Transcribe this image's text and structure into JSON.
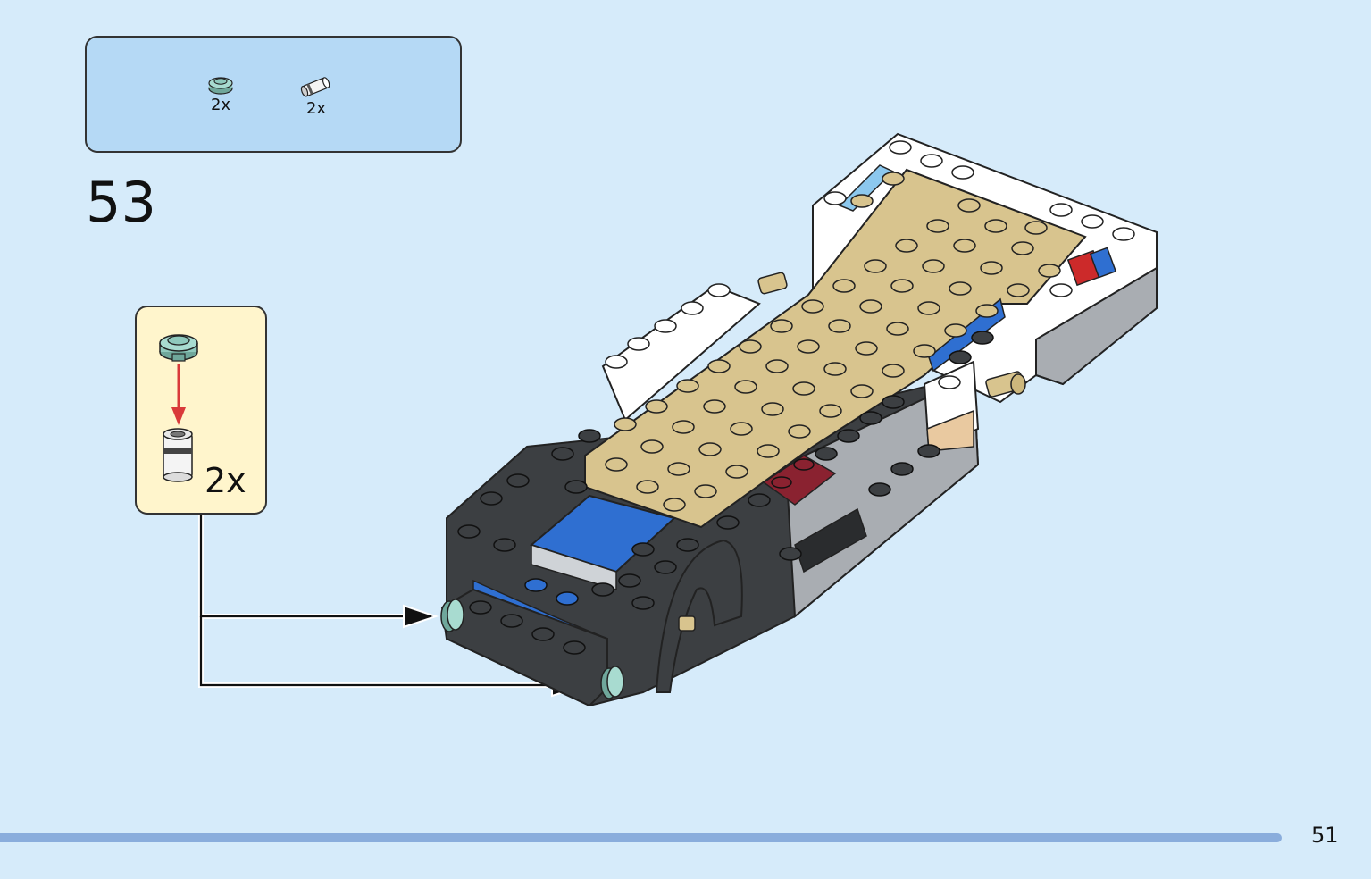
{
  "parts_list": {
    "items": [
      {
        "name": "round-plate-1x1",
        "quantity": "2x",
        "color": "#8fc9bd"
      },
      {
        "name": "pin-connector",
        "quantity": "2x",
        "color": "#f2f2f2"
      }
    ]
  },
  "step": {
    "number": "53"
  },
  "sub_assembly": {
    "quantity": "2x",
    "arrow_color": "#d93a3a"
  },
  "footer": {
    "page_number": "51"
  },
  "colors": {
    "background": "#d6ebfa",
    "parts_box": "#b5d9f5",
    "sub_box": "#fff5cc",
    "progress": "#8aaddc",
    "tan": "#d8c48e",
    "dark_gray": "#3c3f42",
    "blue": "#2f6fd1",
    "white": "#ffffff",
    "light_gray": "#a9adb2",
    "dark_red": "#8a2230"
  }
}
